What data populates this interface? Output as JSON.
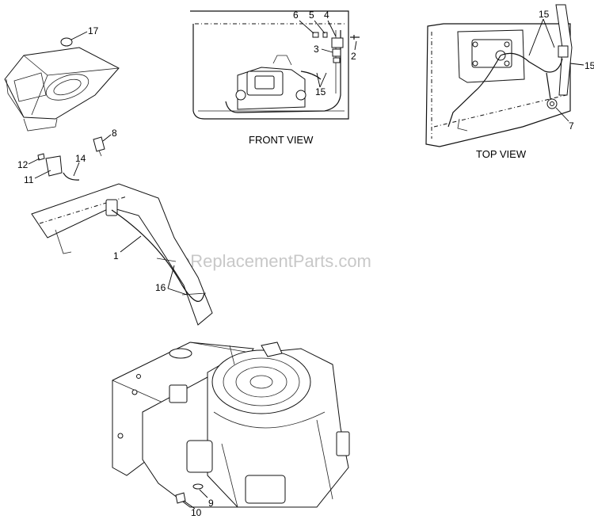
{
  "views": {
    "front": "FRONT VIEW",
    "top": "TOP VIEW"
  },
  "watermark": "eReplacementParts.com",
  "callouts": {
    "c1": "1",
    "c2": "2",
    "c3": "3",
    "c4": "4",
    "c5": "5",
    "c6": "6",
    "c7": "7",
    "c8": "8",
    "c9": "9",
    "c10": "10",
    "c11": "11",
    "c12": "12",
    "c14": "14",
    "c15a": "15",
    "c15b": "15",
    "c15c": "15",
    "c16": "16",
    "c17": "17"
  }
}
